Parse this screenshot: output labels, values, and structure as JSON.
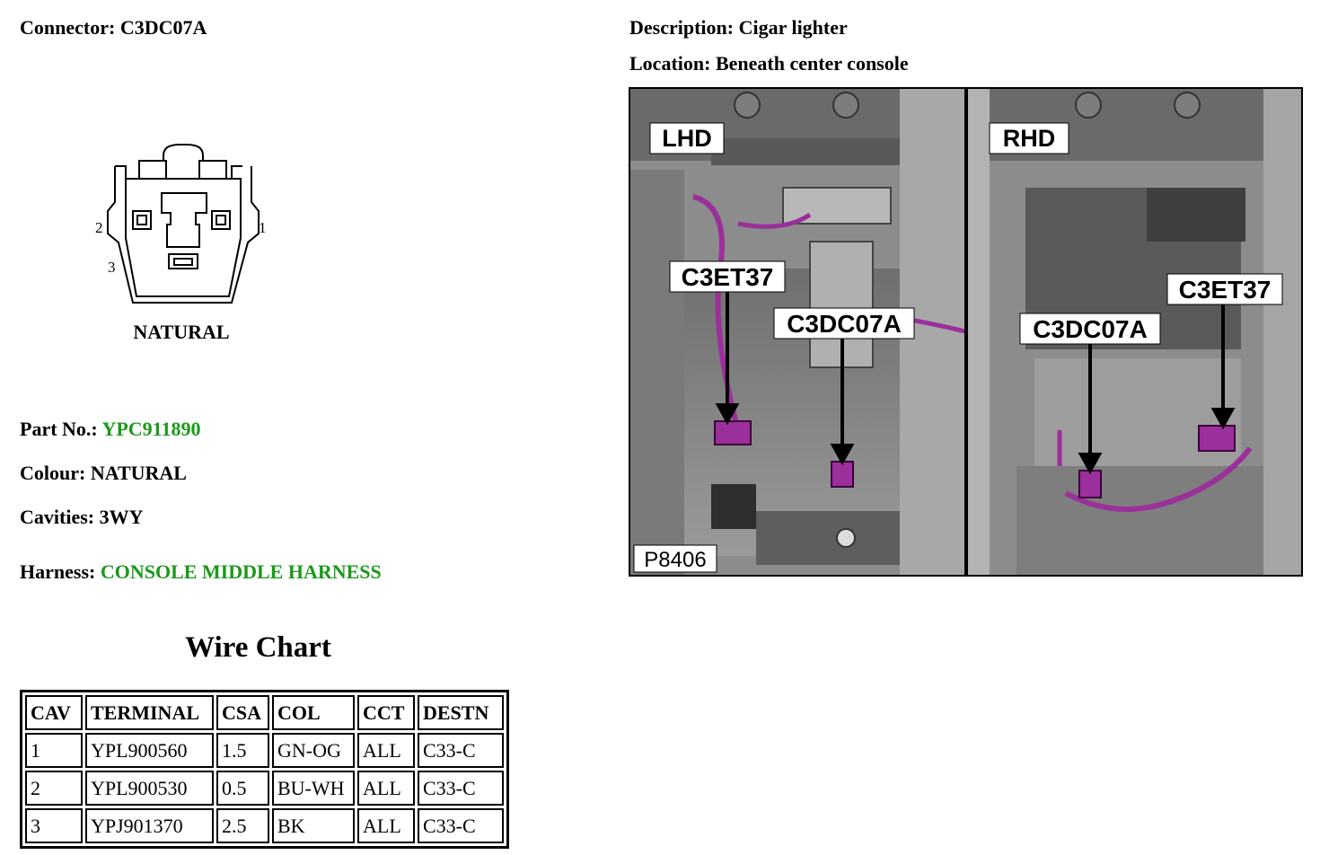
{
  "connector": {
    "label": "Connector:",
    "value": "C3DC07A"
  },
  "description": {
    "label": "Description:",
    "value": "Cigar lighter"
  },
  "location": {
    "label": "Location:",
    "value": "Beneath center console"
  },
  "diagram": {
    "pin1": "1",
    "pin2": "2",
    "pin3": "3",
    "colour_text": "NATURAL"
  },
  "part_no": {
    "label": "Part No.:",
    "value": "YPC911890"
  },
  "colour": {
    "label": "Colour:",
    "value": "NATURAL"
  },
  "cavities": {
    "label": "Cavities:",
    "value": "3WY"
  },
  "harness": {
    "label": "Harness:",
    "value": "CONSOLE MIDDLE HARNESS"
  },
  "wire_chart": {
    "title": "Wire Chart",
    "headers": [
      "CAV",
      "TERMINAL",
      "CSA",
      "COL",
      "CCT",
      "DESTN"
    ],
    "rows": [
      [
        "1",
        "YPL900560",
        "1.5",
        "GN-OG",
        "ALL",
        "C33-C"
      ],
      [
        "2",
        "YPL900530",
        "0.5",
        "BU-WH",
        "ALL",
        "C33-C"
      ],
      [
        "3",
        "YPJ901370",
        "2.5",
        "BK",
        "ALL",
        "C33-C"
      ]
    ]
  },
  "photo": {
    "lhd": "LHD",
    "rhd": "RHD",
    "lhd_c3et37": "C3ET37",
    "lhd_c3dc07a": "C3DC07A",
    "rhd_c3dc07a": "C3DC07A",
    "rhd_c3et37": "C3ET37",
    "ref": "P8406"
  },
  "colors": {
    "green_text": "#1a9a1a",
    "connector_purple": "#9b2f9b"
  }
}
